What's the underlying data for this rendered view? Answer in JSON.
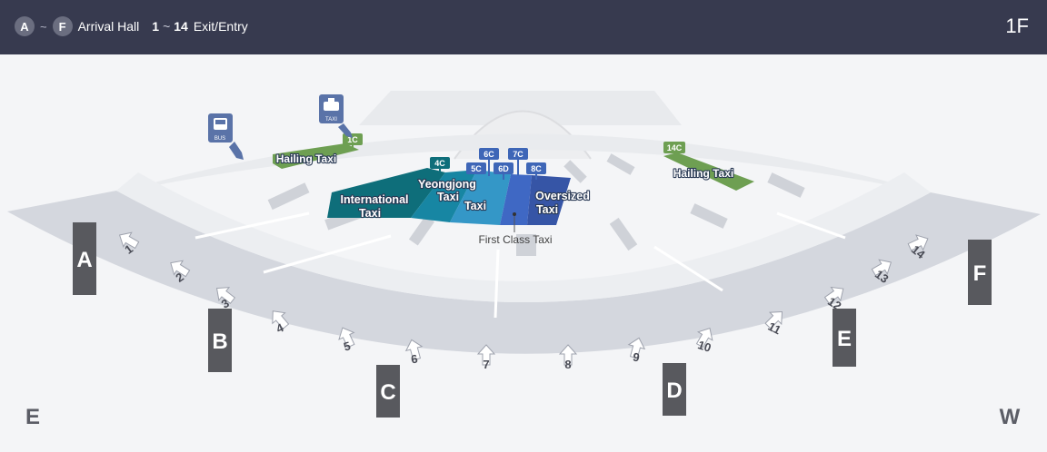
{
  "header": {
    "legend": {
      "gate_start": "A",
      "tilde": "~",
      "gate_end": "F",
      "gate_label": "Arrival Hall",
      "exit_start": "1",
      "exit_tilde": "~",
      "exit_end": "14",
      "exit_label": "Exit/Entry"
    },
    "floor": "1F"
  },
  "map": {
    "compass": {
      "left": "E",
      "right": "W"
    },
    "gates": [
      "A",
      "B",
      "C",
      "D",
      "E",
      "F"
    ],
    "exits": [
      "1",
      "2",
      "3",
      "4",
      "5",
      "6",
      "7",
      "8",
      "9",
      "10",
      "11",
      "12",
      "13",
      "14"
    ],
    "icons": {
      "bus": "BUS",
      "taxi": "TAXI"
    },
    "stops": {
      "s1c": "1C",
      "s4c": "4C",
      "s5c": "5C",
      "s6c": "6C",
      "s6d": "6D",
      "s7c": "7C",
      "s8c": "8C",
      "s14c": "14C"
    },
    "zones": {
      "hailing_left": "Hailing Taxi",
      "hailing_right": "Hailing Taxi",
      "international_line1": "International",
      "international_line2": "Taxi",
      "yeongjong_line1": "Yeongjong",
      "yeongjong_line2": "Taxi",
      "taxi": "Taxi",
      "oversized_line1": "Oversized",
      "oversized_line2": "Taxi",
      "first_class": "First Class Taxi"
    },
    "colors": {
      "header_bg": "#373a4f",
      "band": "#d4d7de",
      "gate_block": "#58595e",
      "international": "#0e6e7a",
      "yeongjong": "#1786a3",
      "taxi": "#3497c7",
      "first_class": "#3f68c4",
      "oversized": "#3655a6",
      "hailing": "#6e9f52",
      "icon_bg": "#5a73a8"
    }
  }
}
